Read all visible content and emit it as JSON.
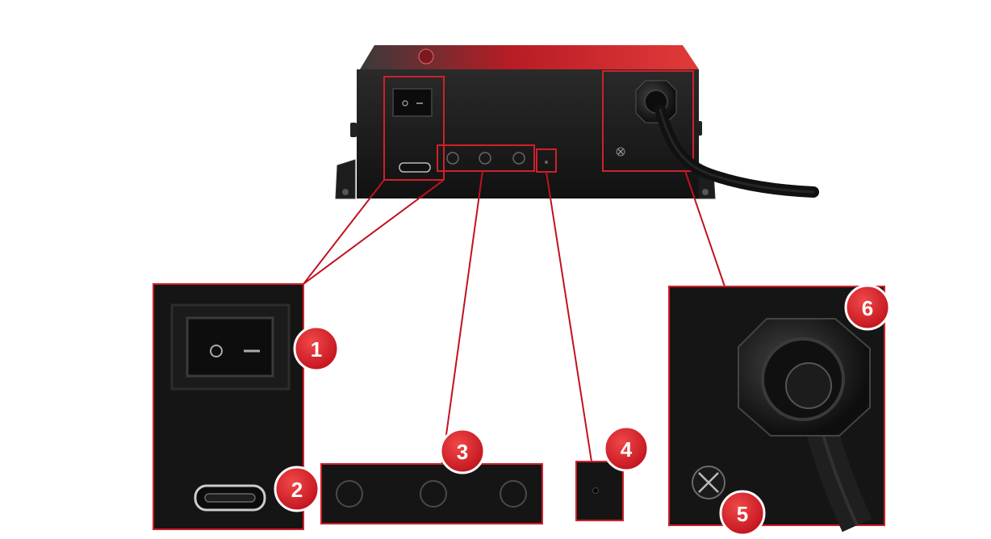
{
  "device": {
    "logo_text": "",
    "colors": {
      "case": "#1a1a1a",
      "panel": "#141414",
      "top_accent": "#d62828",
      "callout_line": "#c1121f",
      "badge": "#d91e2a"
    }
  },
  "callouts": [
    {
      "number": "1",
      "icon": "power-switch-icon"
    },
    {
      "number": "2",
      "icon": "usb-c-port-icon"
    },
    {
      "number": "3",
      "icon": "buttons-icon"
    },
    {
      "number": "4",
      "icon": "pinhole-icon"
    },
    {
      "number": "5",
      "icon": "screw-icon"
    },
    {
      "number": "6",
      "icon": "cable-gland-icon"
    }
  ]
}
